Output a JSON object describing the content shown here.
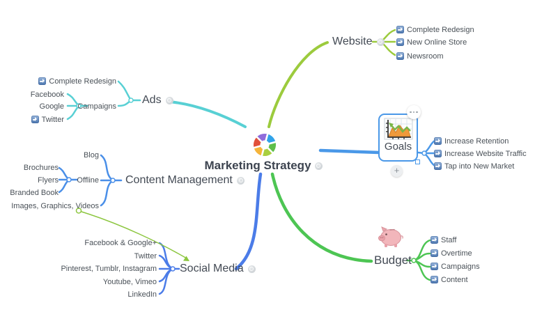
{
  "root": {
    "label": "Marketing Strategy"
  },
  "branches": {
    "website": {
      "label": "Website",
      "color": "#9ccb3d",
      "children": [
        {
          "label": "Complete Redesign"
        },
        {
          "label": "New Online Store"
        },
        {
          "label": "Newsroom"
        }
      ]
    },
    "ads": {
      "label": "Ads",
      "color": "#58d0d4",
      "children": [
        {
          "label": "Complete Redesign"
        },
        {
          "label": "Campaigns",
          "children": [
            {
              "label": "Facebook"
            },
            {
              "label": "Google"
            },
            {
              "label": "Twitter"
            }
          ]
        }
      ]
    },
    "goals": {
      "label": "Goals",
      "color": "#4a98e8",
      "selected": true,
      "children": [
        {
          "label": "Increase Retention"
        },
        {
          "label": "Increase Website Traffic"
        },
        {
          "label": "Tap into New Market"
        }
      ]
    },
    "content_management": {
      "label": "Content Management",
      "color": "#4a8fe8",
      "children": [
        {
          "label": "Blog"
        },
        {
          "label": "Offline",
          "children": [
            {
              "label": "Brochures"
            },
            {
              "label": "Flyers"
            },
            {
              "label": "Branded Book"
            }
          ]
        },
        {
          "label": "Images, Graphics, Videos"
        }
      ]
    },
    "social_media": {
      "label": "Social Media",
      "color": "#4b7ce8",
      "children": [
        {
          "label": "Facebook & Google+"
        },
        {
          "label": "Twitter"
        },
        {
          "label": "Pinterest, Tumblr, Instagram"
        },
        {
          "label": "Youtube, Vimeo"
        },
        {
          "label": "LinkedIn"
        }
      ]
    },
    "budget": {
      "label": "Budget",
      "color": "#4dc553",
      "children": [
        {
          "label": "Staff"
        },
        {
          "label": "Overtime"
        },
        {
          "label": "Campaigns"
        },
        {
          "label": "Content"
        }
      ]
    }
  },
  "goals_node": {
    "plus_label": "+"
  },
  "icons": {
    "task": "blue-arrow-task-icon",
    "attachment": "gray-attachment-icon",
    "center": "color-wheel-icon",
    "goals_image": "chart-graph-image",
    "budget_image": "piggy-bank-image",
    "menu": "three-dots-menu-icon"
  },
  "colors": {
    "background": "#ffffff",
    "leaf_text": "#4a5158",
    "root_text": "#3d4450",
    "selection_blue": "#4a98e8",
    "task_icon_blue": "#5b87c2",
    "connection_green": "#8cc63f"
  }
}
